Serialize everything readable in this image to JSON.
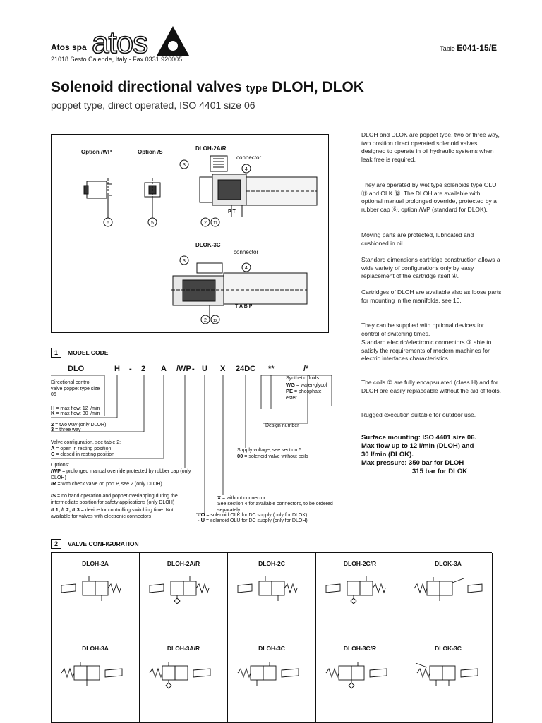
{
  "header": {
    "company": "Atos spa",
    "address": "21018 Sesto Calende,  Italy  -  Fax 0331 920005",
    "logo_text": "atos",
    "table_prefix": "Table",
    "table_code": "E041-15/E"
  },
  "title": {
    "main": "Solenoid directional valves",
    "type_word": "type",
    "models": "DLOH, DLOK",
    "subtitle": "poppet type, direct operated, ISO 4401 size 06"
  },
  "figure": {
    "option_wp": "Option /WP",
    "option_s": "Option /S",
    "dloh_label": "DLOH-2A/R",
    "connector_top": "connector",
    "dlok_label": "DLOK-3C",
    "connector_bottom": "connector",
    "ports_top": "P    T",
    "ports_bottom": "T  A  B  P",
    "callouts": {
      "c3": "3",
      "c4": "4",
      "c6": "6",
      "c5": "5",
      "c2a": "2",
      "c11": "11",
      "c3b": "3",
      "c4b": "4",
      "c2b": "2",
      "c12": "12"
    }
  },
  "model_code": {
    "number": "1",
    "heading": "MODEL CODE",
    "cells": [
      "DLO",
      "H",
      "-",
      "2",
      "A",
      "/WP",
      "-",
      "U",
      "X",
      "24DC",
      "**",
      "/*"
    ],
    "notes": {
      "dlo": "Directional control valve poppet type size 06",
      "h": "= max flow: 12 l/min",
      "h_key": "H",
      "k": "= max flow: 30 l/min",
      "k_key": "K",
      "two": "= two way (only DLOH)",
      "two_key": "2",
      "three": "= three way",
      "three_key": "3",
      "config_title": "Valve configuration, see table 2:",
      "a_key": "A",
      "a": "= open in resting position",
      "c_key": "C",
      "c": "= closed in resting position",
      "options_title": "Options:",
      "wp_key": "/WP",
      "wp": "= prolonged manual override protected by rubber cap (only DLOH)",
      "r_key": "/R",
      "r": "= with check valve on port P, see 2 (only DLOH)",
      "s_key": "/S",
      "s": "= no hand operation and poppet overlapping during the intermediate position for safety applications (only DLOH)",
      "l_key": "/L1, /L2, /L3",
      "l": "= device for controlling switching time. Not available for valves with electronic connectors",
      "o_key": "- O",
      "o": "= solenoid OLK for DC supply (only for DLOK)",
      "u_key": "- U",
      "u": "= solenoid OLU for DC supply (only for DLOH)",
      "x_key": "X",
      "x": "= without connector",
      "x2": "See section 4 for available connectors, to be ordered separately",
      "supply": "Supply voltage, see section 5:",
      "zero_key": "00",
      "zero": "=   solenoid valve without coils",
      "design": "Design number",
      "fluids": "Synthetic fluids:",
      "wg_key": "WG",
      "wg": "= water-glycol",
      "pe_key": "PE",
      "pe": "= phosphate ester"
    }
  },
  "description": {
    "p1": "DLOH and DLOK are poppet type, two or three way, two position direct operated solenoid valves, designed to operate in oil hydraulic systems when leak free is required.",
    "p2": "They are operated by wet type solenoids type OLU ⑪ and OLK ⑫. The DLOH are available with optional manual prolonged override, protected by a rubber cap ⑥, option /WP (standard for DLOK).",
    "p3": "Moving parts are protected, lubricated and cushioned in oil.",
    "p4": "Standard dimensions cartridge construction allows a wide variety of configurations only by easy replacement of the cartridge itself ④.",
    "p5": "Cartridges of DLOH are available also as loose parts for mounting in the manifolds, see 10.",
    "p6": "They can be supplied with optional devices for control of switching times.",
    "p7": "Standard electric/electronic connectors ③ able to satisfy the requirements of modern machines for electric interfaces characteristics.",
    "p8": "The coils ② are fully encapsulated (class H) and for DLOH are easily replaceable without the aid of tools.",
    "p9": "Rugged execution suitable for outdoor use.",
    "b1": "Surface mounting: ISO 4401 size 06.",
    "b2": "Max flow up to 12 l/min (DLOH) and",
    "b3": "30 l/min (DLOK).",
    "b4": "Max pressure:  350 bar for DLOH",
    "b5": "315 bar for DLOK"
  },
  "valve_config": {
    "number": "2",
    "heading": "VALVE CONFIGURATION",
    "cells": [
      "DLOH-2A",
      "DLOH-2A/R",
      "DLOH-2C",
      "DLOH-2C/R",
      "DLOK-3A",
      "DLOH-3A",
      "DLOH-3A/R",
      "DLOH-3C",
      "DLOH-3C/R",
      "DLOK-3C"
    ]
  }
}
